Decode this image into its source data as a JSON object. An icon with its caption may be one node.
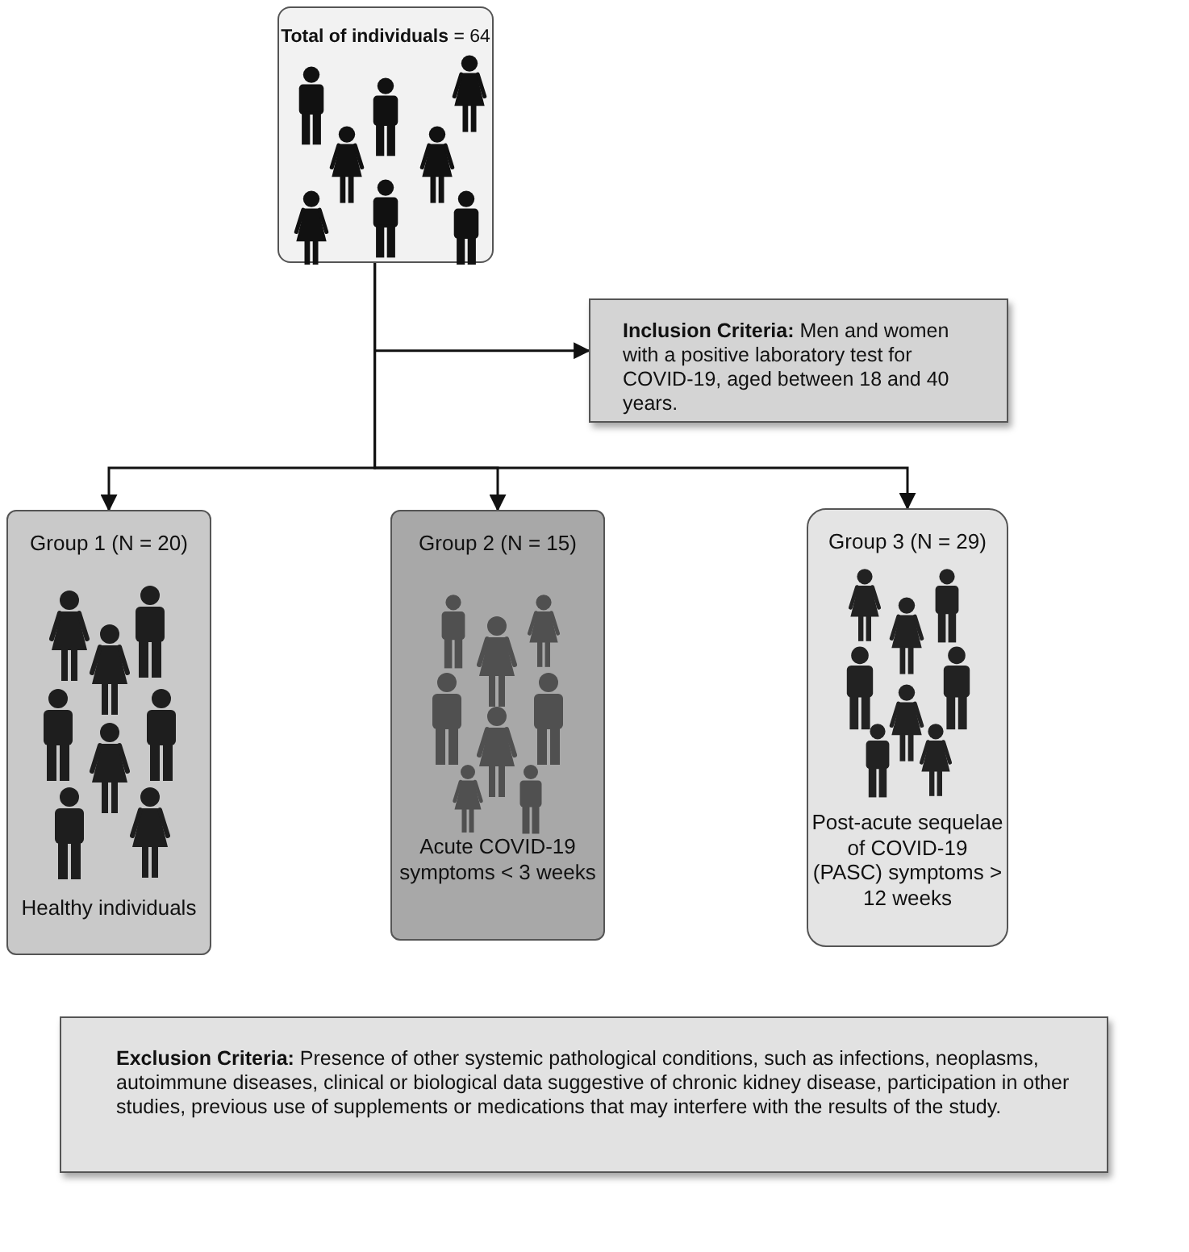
{
  "diagram": {
    "nodes": [
      {
        "text": [
          "**Total of individuals**  = 64"
        ]
      },
      {
        "text": [
          "**Inclusion Criteria:** Men and women with a positive laboratory test for COVID-19, aged between 18 and 40 years."
        ]
      },
      {
        "text": [
          "Group 1  (N = 20)",
          "Healthy individuals"
        ]
      },
      {
        "text": [
          "Group 2 (N = 15)",
          "Acute COVID-19 symptoms < 3 weeks"
        ]
      },
      {
        "text": [
          "Group 3 (N = 29)",
          "Post-acute sequelae of COVID-19 (PASC) symptoms > 12 weeks"
        ]
      },
      {
        "text": [
          "**Exclusion Criteria:** Presence of other systemic pathological conditions, such as infections, neoplasms, autoimmune diseases, clinical or biological data suggestive of chronic kidney disease, participation in other studies, previous use of supplements or medications that may interfere with the results of the study."
        ]
      }
    ],
    "edges": [
      {
        "from": 0,
        "to": 1,
        "arrow": "to"
      },
      {
        "from": 0,
        "to": 2,
        "arrow": "to"
      },
      {
        "from": 0,
        "to": 3,
        "arrow": "to"
      },
      {
        "from": 0,
        "to": 4,
        "arrow": "to"
      }
    ]
  }
}
